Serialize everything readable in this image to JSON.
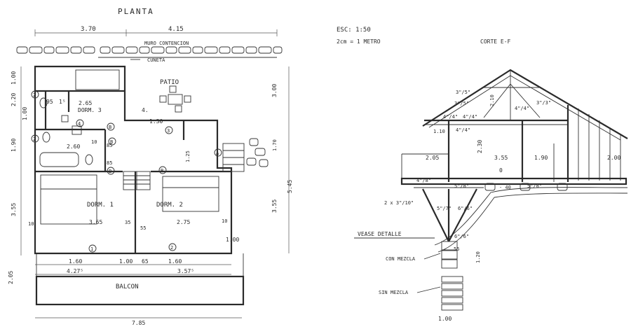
{
  "plan": {
    "title": "PLANTA",
    "wall_label": "MURO  CONTENCION",
    "ditch_label": "CUNETA",
    "patio": "PATIO",
    "balcony": "BALCON",
    "rooms": {
      "dorm3": "DORM.\n3",
      "dorm1": "DORM.\n1",
      "dorm2": "DORM.\n2"
    },
    "dims_top": [
      "3.70",
      "4.15"
    ],
    "dims_bottom": [
      "1.60",
      "1.00",
      "65",
      "1.60"
    ],
    "dims_bottom2": [
      "4.27⁵",
      "3.57⁵"
    ],
    "dims_total": "7.85",
    "dims_interior": [
      "2.65",
      "2.60",
      "3.65",
      "2.75",
      "1.30",
      "95",
      "1⁵",
      "1.25",
      "35",
      "55",
      "10",
      "85",
      "85",
      "10",
      "1.00",
      "10",
      "4."
    ],
    "dims_left": [
      "1.00",
      "2.20",
      "1.00",
      "1.90",
      "3.55",
      "2.05"
    ],
    "dims_right": [
      "3.00",
      "5.45",
      "3.55",
      "1.70"
    ],
    "markers": [
      "B",
      "B",
      "B",
      "B",
      "1",
      "2",
      "3",
      "4",
      "A",
      "2",
      "2"
    ]
  },
  "section": {
    "scale": "ESC:  1:50",
    "scale_note": "2cm  =  1 METRO",
    "title": "CORTE  E-F",
    "dims": [
      "3\"/5\"",
      "4\"/4\"",
      "3\"/3\"",
      "2.10",
      "4\"/4\"",
      "4\"/4\"",
      "3\"/5\"",
      "1.10",
      "4\"/4\"",
      "2.05",
      "2.30",
      "3.55",
      "1.90",
      "2.00",
      "4\"/8\"",
      "5\"/8\"",
      "0",
      "5\"/8\"",
      "- 40",
      "2 x 3\"/10\"",
      "5\"/7\"",
      "6\"/6\"",
      "6\"/6\"",
      "55",
      "1.20",
      "1.00"
    ],
    "notes": {
      "detail": "VEASE  DETALLE",
      "with_mix": "CON MEZCLA",
      "without_mix": "SIN MEZCLA"
    }
  }
}
